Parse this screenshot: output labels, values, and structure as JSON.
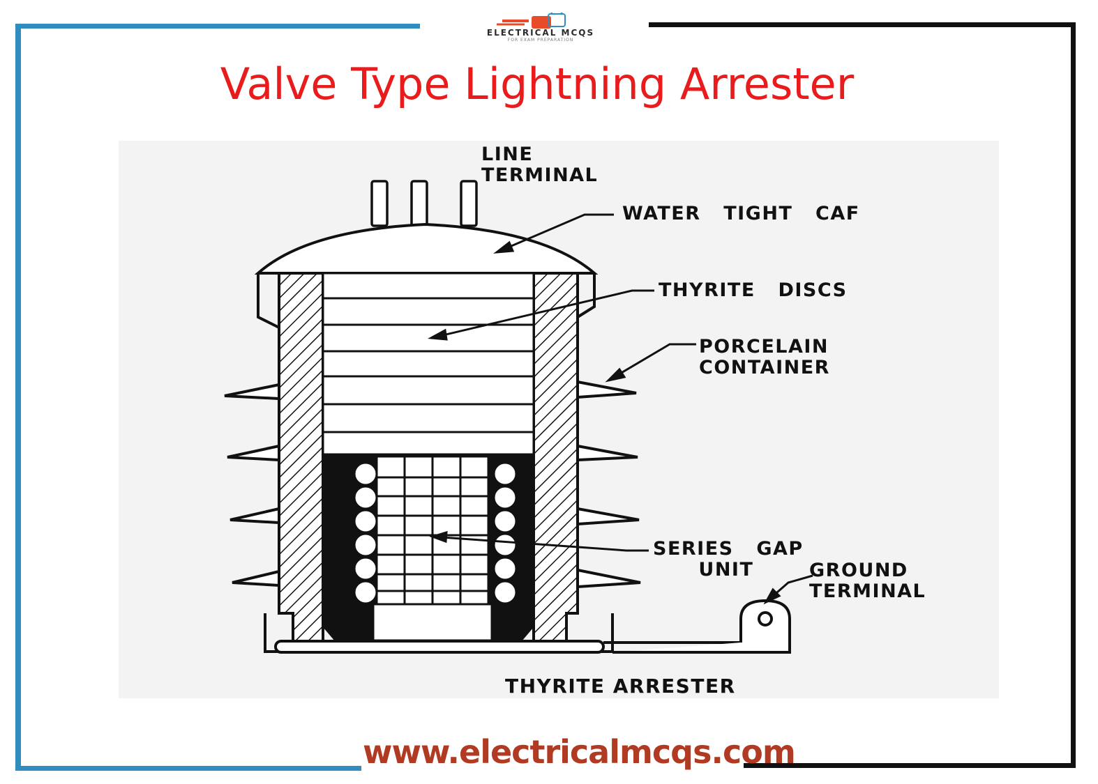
{
  "logo": {
    "name": "ELECTRICAL MCQS",
    "tagline": "FOR EXAM PREPARATION"
  },
  "title": "Valve Type Lightning Arrester",
  "diagram": {
    "caption": "THYRITE ARRESTER",
    "labels": {
      "line_terminal": "LINE\nTERMINAL",
      "water_tight_cap": "WATER   TIGHT   CAF",
      "thyrite_discs": "THYRITE   DISCS",
      "porcelain_container": "PORCELAIN\nCONTAINER",
      "series_gap_unit": "SERIES   GAP\n      UNIT",
      "ground_terminal": "GROUND\nTERMINAL"
    }
  },
  "footer": {
    "website": "www.electricalmcqs.com"
  },
  "colors": {
    "title": "#e81c1c",
    "frame_left": "#2f8dbf",
    "frame_right": "#111111",
    "website": "#b03a22"
  }
}
